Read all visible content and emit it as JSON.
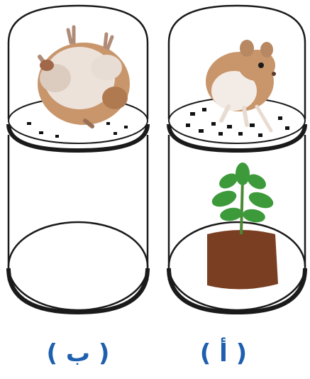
{
  "figure": {
    "jars": [
      {
        "label": "( ب )",
        "contents": [
          "mouse-lying",
          "perforated-platform"
        ]
      },
      {
        "label": "( أ )",
        "contents": [
          "mouse-sitting",
          "perforated-platform",
          "potted-plant"
        ]
      }
    ],
    "colors": {
      "outline": "#1a1a1a",
      "label": "#1e5fb0",
      "soil": "#7a3f22",
      "leaf": "#3d9a3a",
      "mouse_fur": "#c9966c",
      "mouse_belly": "#f3ece6"
    }
  }
}
